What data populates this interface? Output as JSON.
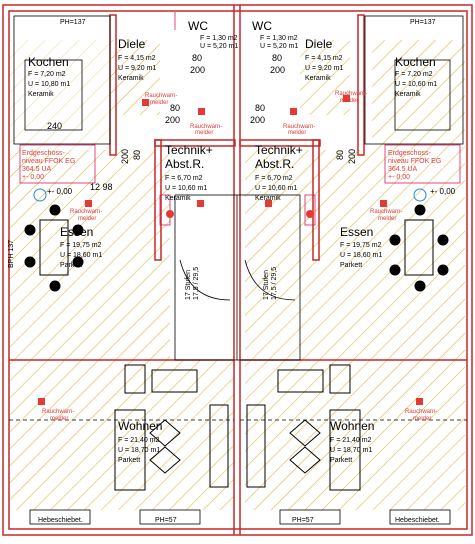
{
  "colors": {
    "wall": "#c62828",
    "hatch": "#e0b84a",
    "line": "#000000",
    "magenta": "#d81b60",
    "smoke": "#e53935",
    "text": "#000000",
    "accent": "#d81b60"
  },
  "rooms": {
    "left": {
      "ph_top": "PH=137",
      "kochen": {
        "name": "Kochen",
        "area": "F =  7,20 m2",
        "perimeter": "U = 10,80 m1",
        "floor": "Keramik"
      },
      "diele": {
        "name": "Diele",
        "area": "F = 4,15 m2",
        "perimeter": "U = 9,20 m1",
        "floor": "Keramik"
      },
      "wc": {
        "name": "WC",
        "area": "F = 1,30 m2",
        "perimeter": "U = 5,20 m1"
      },
      "technik": {
        "name1": "Technik+",
        "name2": "Abst.R.",
        "area": "F =  6,70 m2",
        "perimeter": "U = 10,60 m1",
        "floor": "Keramik"
      },
      "essen": {
        "name": "Essen",
        "area": "F = 19,75 m2",
        "perimeter": "U = 18,60 m1",
        "floor": "Parkett"
      },
      "wohnen": {
        "name": "Wohnen",
        "area": "F =  21,40 m2",
        "perimeter": "U = 18,70 m1",
        "floor": "Parkett"
      },
      "level_label1": "Erdgeschoss-",
      "level_label2": "niveau FFOK EG",
      "level_label3": "364.5 UA",
      "level_value": "+- 0,00",
      "level_side": "+- 0,00",
      "dim_240": "240",
      "dim_80a": "80",
      "dim_200a": "200",
      "dim_80b": "80",
      "dim_200b": "200",
      "dim_80c": "80",
      "dim_200c": "200",
      "dim_1298": "12  98",
      "bph_side": "BPH 137",
      "stairs": "17 Stufen",
      "stairs2": "17,5 / 29,5",
      "smoke": "Rauchwarn-",
      "smoke2": "melder",
      "hebe": "Hebeschiebet.",
      "ph_bottom": "PH=57"
    },
    "right": {
      "ph_top": "PH=137",
      "kochen": {
        "name": "Kochen",
        "area": "F =  7,20 m2",
        "perimeter": "U = 10,60 m1",
        "floor": "Keramik"
      },
      "diele": {
        "name": "Diele",
        "area": "F = 4,15 m2",
        "perimeter": "U = 9,20 m1",
        "floor": "Keramik"
      },
      "wc": {
        "name": "WC",
        "area": "F = 1,30 m2",
        "perimeter": "U = 5,20 m1"
      },
      "technik": {
        "name1": "Technik+",
        "name2": "Abst.R.",
        "area": "F =  6,70 m2",
        "perimeter": "U = 10,60 m1",
        "floor": "Keramik"
      },
      "essen": {
        "name": "Essen",
        "area": "F = 19,75 m2",
        "perimeter": "U = 18,60 m1",
        "floor": "Parkett"
      },
      "wohnen": {
        "name": "Wohnen",
        "area": "F =  21,40 m2",
        "perimeter": "U = 18,70 m1",
        "floor": "Parkett"
      },
      "level_label1": "Erdgeschoss-",
      "level_label2": "niveau FFOK EG",
      "level_label3": "364.5 UA",
      "level_value": "+- 0,00",
      "level_side": "+- 0,00",
      "dim_80a": "80",
      "dim_200a": "200",
      "dim_80b": "80",
      "dim_200b": "200",
      "dim_80c": "80",
      "dim_200c": "200",
      "stairs": "17 Stufen",
      "stairs2": "17,5 / 29,5",
      "smoke": "Rauchwarn-",
      "smoke2": "melder",
      "hebe": "Hebeschiebet.",
      "ph_bottom": "PH=57"
    }
  }
}
